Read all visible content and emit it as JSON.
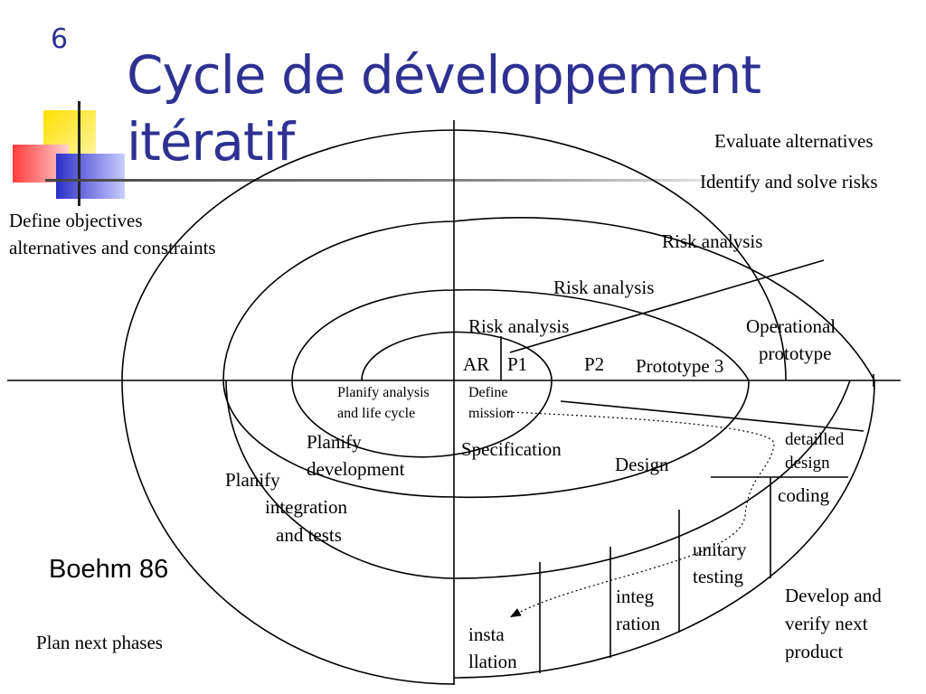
{
  "slide": {
    "number": "6",
    "title_line1": "Cycle de développement",
    "title_line2": "itératif"
  },
  "diagram": {
    "quadrants": {
      "evaluate": "Evaluate alternatives",
      "identify": "Identify and solve risks",
      "define_obj_1": "Define objectives",
      "define_obj_2": "alternatives and constraints",
      "develop_1": "Develop and",
      "develop_2": "verify next",
      "develop_3": "product",
      "plan": "Plan next phases"
    },
    "risk_analysis": [
      "Risk analysis",
      "Risk analysis",
      "Risk analysis"
    ],
    "prototypes": {
      "ar": "AR",
      "p1": "P1",
      "p2": "P2",
      "p3": "Prototype 3",
      "operational_1": "Operational",
      "operational_2": "prototype"
    },
    "planning": {
      "analysis_1": "Planify analysis",
      "analysis_2": "and life cycle",
      "development_1": "Planify",
      "development_2": "development",
      "integration_1": "Planify",
      "integration_2": "integration",
      "integration_3": "and tests"
    },
    "phases": {
      "mission_1": "Define",
      "mission_2": "mission",
      "specification": "Specification",
      "design": "Design",
      "detailled_1": "detailled",
      "detailled_2": "design",
      "coding": "coding",
      "unitary_1": "unitary",
      "unitary_2": "testing",
      "integ_1": "integ",
      "integ_2": "ration",
      "insta_1": "insta",
      "insta_2": "llation"
    },
    "author": "Boehm 86"
  }
}
